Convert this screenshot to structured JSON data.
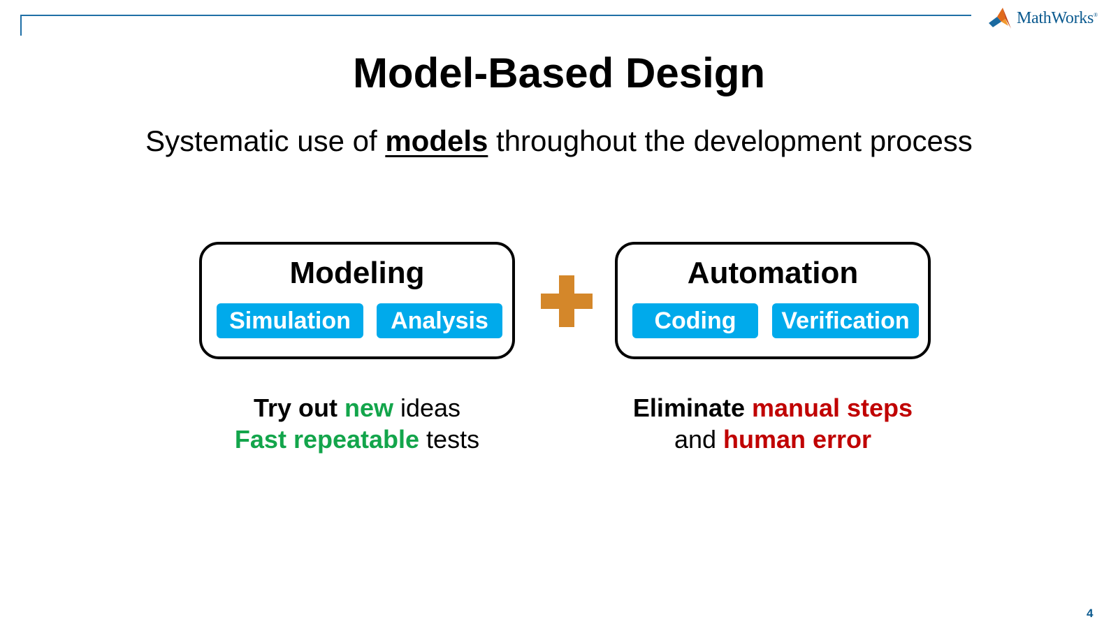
{
  "brand": {
    "name": "MathWorks",
    "trademark": "®",
    "accent_color": "#1f6fa6",
    "logo_icon": "membrane-logo-icon"
  },
  "slide": {
    "title": "Model-Based Design",
    "subtitle": {
      "before": "Systematic use of ",
      "emphasis": "models",
      "after": " throughout the development process"
    },
    "page_number": "4"
  },
  "left_panel": {
    "title": "Modeling",
    "pills": [
      "Simulation",
      "Analysis"
    ],
    "caption": {
      "line1": {
        "a": "Try out ",
        "b": "new",
        "c": " ideas"
      },
      "line2": {
        "a": "Fast repeatable",
        "b": " tests"
      }
    }
  },
  "connector": {
    "icon": "plus-icon",
    "color": "#d4872a"
  },
  "right_panel": {
    "title": "Automation",
    "pills": [
      "Coding",
      "Verification"
    ],
    "caption": {
      "line1": {
        "a": "Eliminate ",
        "b": "manual steps"
      },
      "line2": {
        "a": "and ",
        "b": "human error"
      }
    }
  },
  "colors": {
    "pill": "#00aaeb",
    "positive": "#13a54b",
    "negative": "#c00000"
  }
}
